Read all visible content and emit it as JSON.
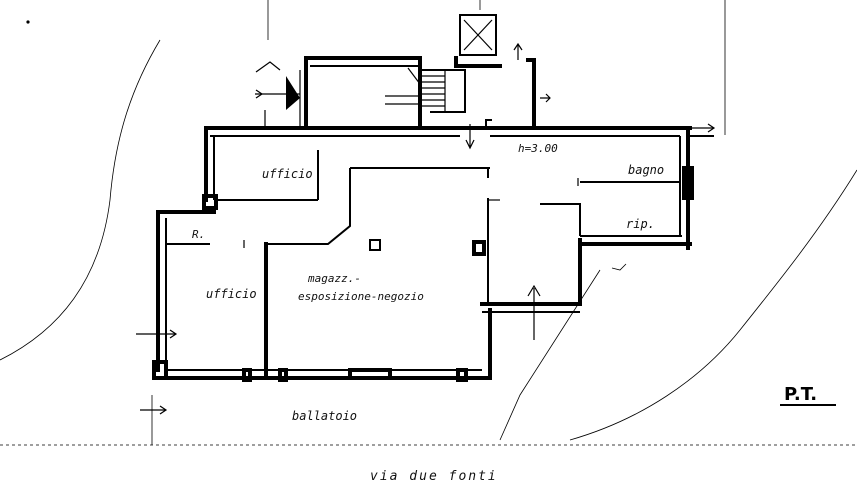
{
  "plan": {
    "labels": {
      "ufficio_top": "ufficio",
      "ufficio_left": "ufficio",
      "magazzino": "magazz.-",
      "esposizione": "esposizione-negozio",
      "bagno": "bagno",
      "ripostiglio": "rip.",
      "r": "R.",
      "height": "h=3.00",
      "ballatoio": "ballatoio",
      "street": "via due fonti",
      "floor": "P.T."
    }
  }
}
